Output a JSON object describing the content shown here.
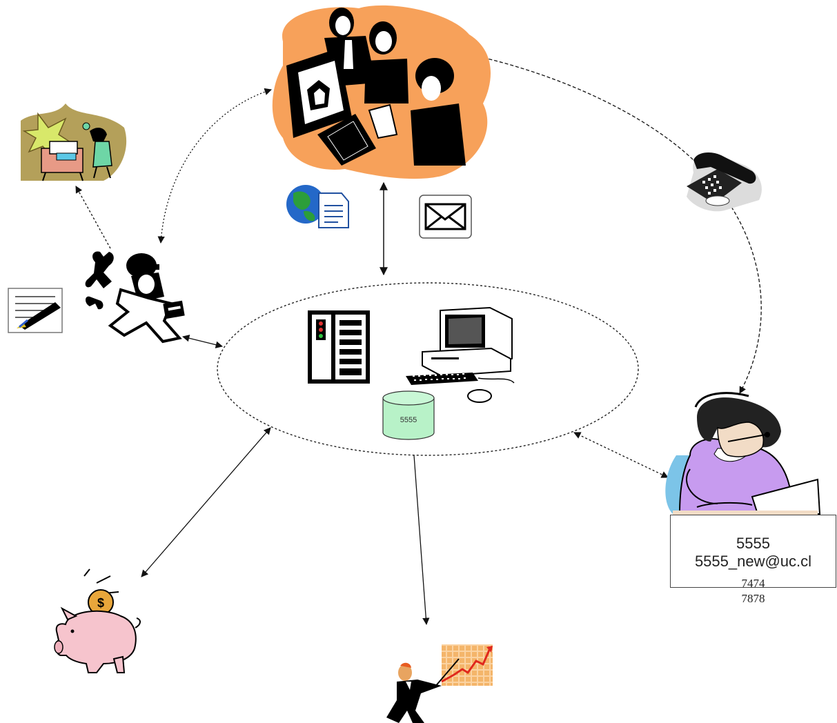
{
  "diagram": {
    "database_label": "5555",
    "agent_card": {
      "line1": "5555",
      "line2": "5555_new@uc.cl",
      "line3": "7474",
      "line4": "7878"
    }
  },
  "colors": {
    "office_cloud": "#f7a15a",
    "database": "#b8f2c8",
    "operator_shirt": "#c79bef",
    "piggy": "#f6c4cd",
    "coin": "#e8a63b",
    "growth_chart_grid": "#f4b56a",
    "growth_line": "#e0281d",
    "arrows": "#111111"
  },
  "icons": [
    "office-team-icon",
    "globe-document-icon",
    "envelope-icon",
    "telephone-icon",
    "printing-worker-icon",
    "technician-icon",
    "signed-document-icon",
    "server-rack-icon",
    "desktop-computer-icon",
    "database-icon",
    "call-center-agent-icon",
    "piggy-bank-icon",
    "business-growth-icon"
  ]
}
